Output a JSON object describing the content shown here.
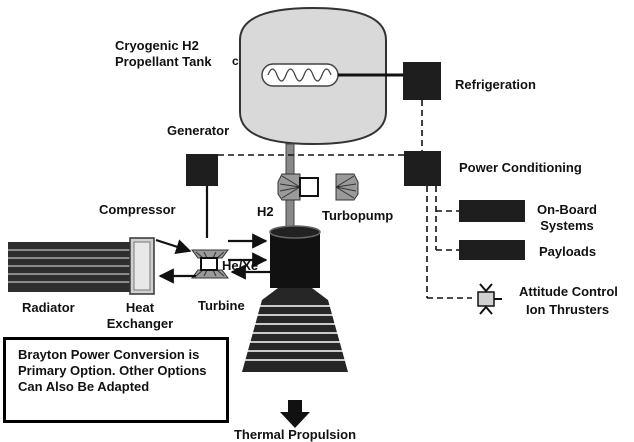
{
  "diagram": {
    "labels": {
      "tank": [
        "Cryogenic H2",
        "Propellant Tank"
      ],
      "refrigeration": "Refrigeration",
      "generator": "Generator",
      "power_conditioning": "Power Conditioning",
      "compressor": "Compressor",
      "h2": "H2",
      "turbopump": "Turbopump",
      "onboard": [
        "On-Board",
        "Systems"
      ],
      "payloads": "Payloads",
      "he_xe": "He/Xe",
      "radiator": "Radiator",
      "heat_exchanger": [
        "Heat",
        "Exchanger"
      ],
      "turbine": "Turbine",
      "attitude": [
        "Attitude Control",
        "Ion Thrusters"
      ],
      "thermal": "Thermal Propulsion",
      "stray_mark": "c"
    },
    "note": "Brayton Power Conversion is Primary Option. Other Options Can Also Be Adapted"
  }
}
